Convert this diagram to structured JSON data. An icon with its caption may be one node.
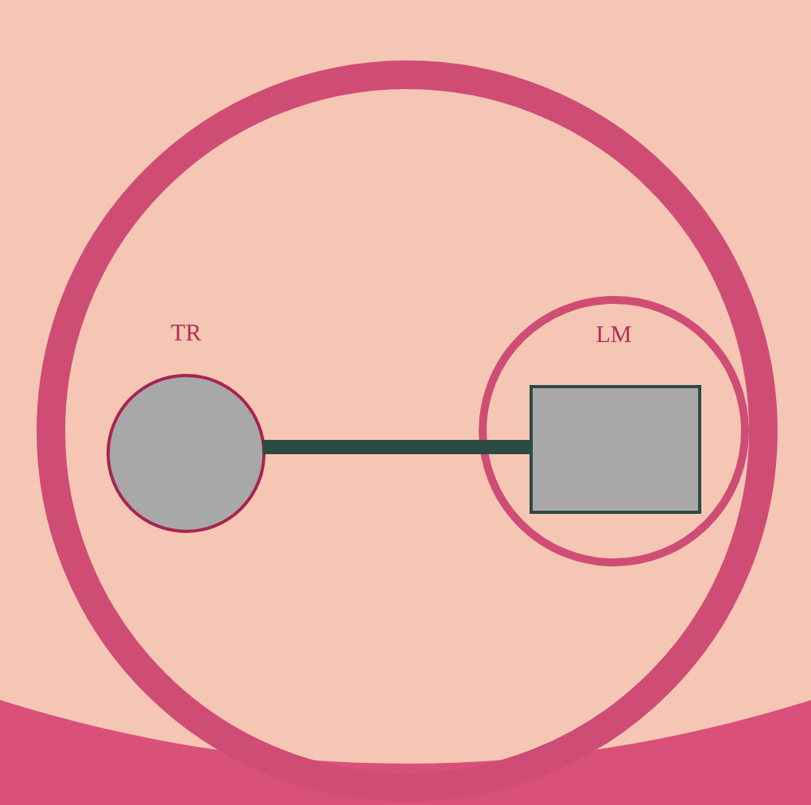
{
  "diagram": {
    "nodes": [
      {
        "text": [],
        "shape": "circle"
      },
      {
        "text": [
          "TR"
        ],
        "in": 0
      },
      {
        "text": [
          "LM"
        ],
        "in": 0
      },
      {
        "text": [],
        "shape": "box",
        "in": 2
      }
    ],
    "edges": [
      {
        "from": 1,
        "to": 3,
        "arrow": "none"
      }
    ]
  }
}
